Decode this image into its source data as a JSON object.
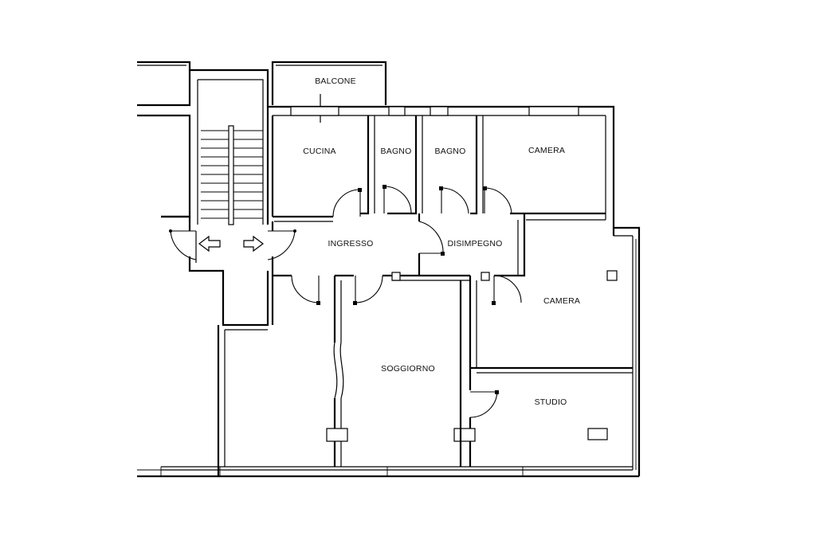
{
  "rooms": {
    "balcone": "BALCONE",
    "cucina": "CUCINA",
    "bagno_1": "BAGNO",
    "bagno_2": "BAGNO",
    "camera_1": "CAMERA",
    "ingresso": "INGRESSO",
    "disimpegno": "DISIMPEGNO",
    "camera_2": "CAMERA",
    "soggiorno": "SOGGIORNO",
    "studio": "STUDIO"
  },
  "icons": {
    "stair_arrow_left": "arrow-left-icon",
    "stair_arrow_right": "arrow-right-icon"
  }
}
